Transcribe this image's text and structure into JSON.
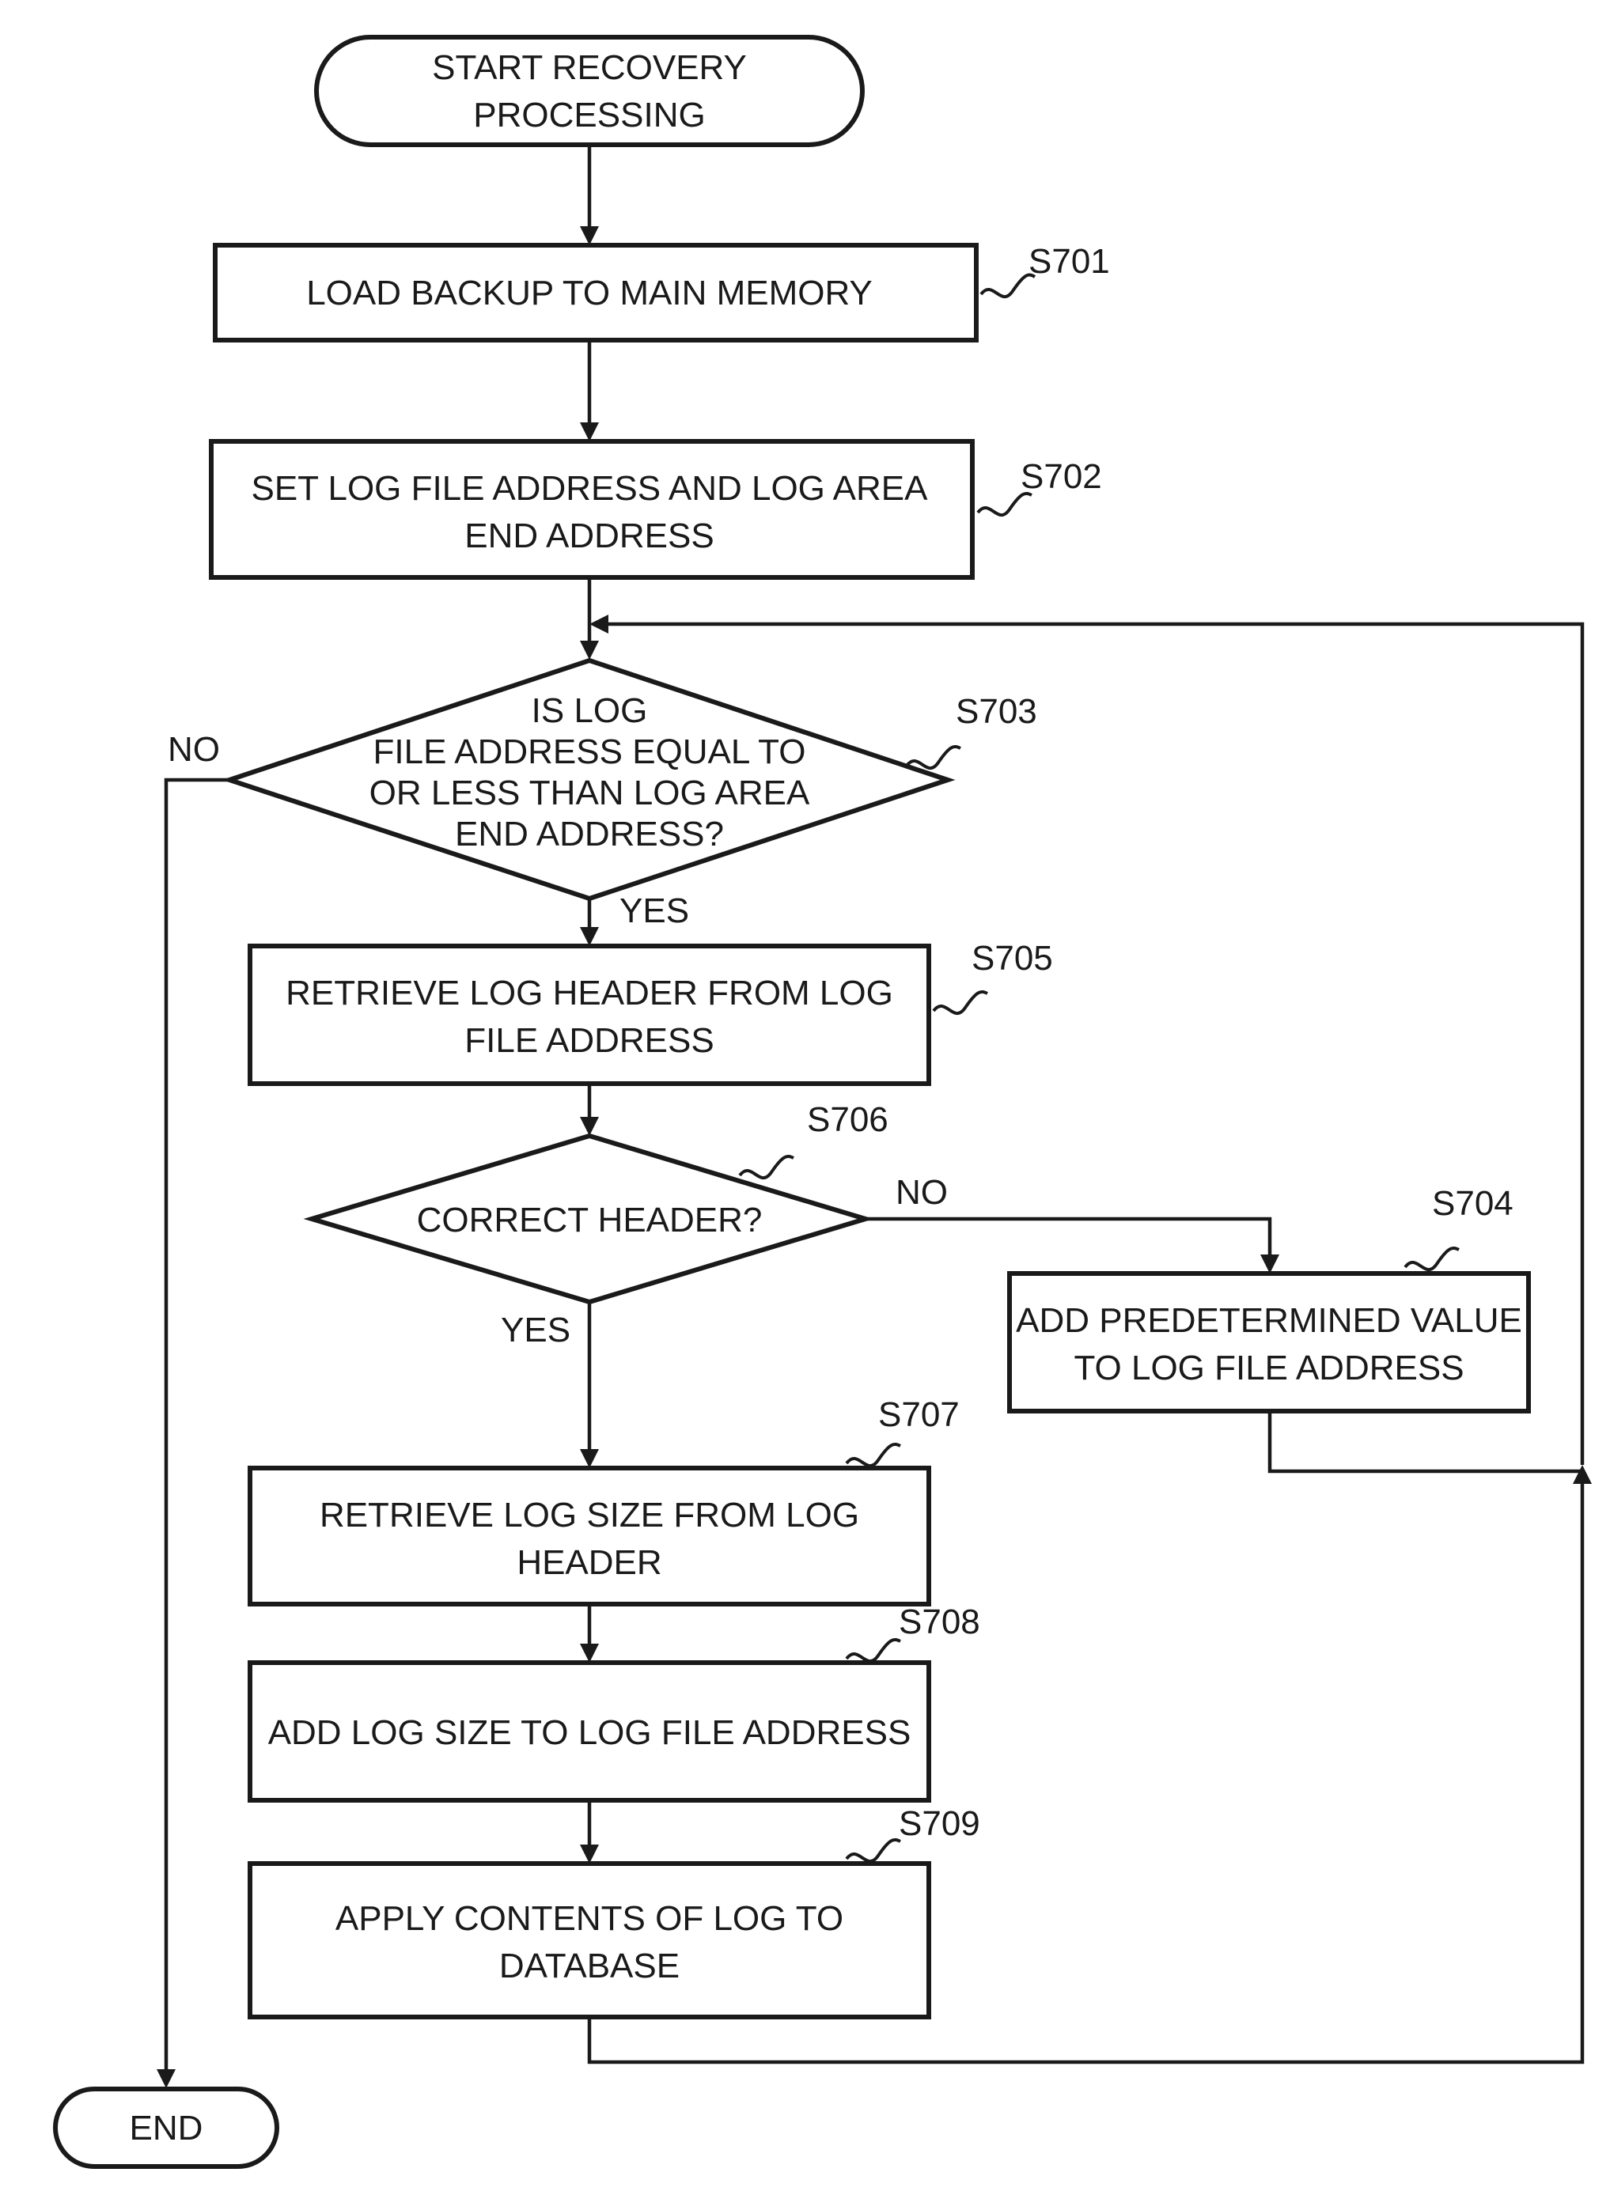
{
  "start": {
    "lines": [
      "START RECOVERY",
      "PROCESSING"
    ]
  },
  "end": {
    "label": "END"
  },
  "nodes": {
    "s701": {
      "step": "S701",
      "lines": [
        "LOAD BACKUP TO MAIN MEMORY"
      ]
    },
    "s702": {
      "step": "S702",
      "lines": [
        "SET LOG FILE ADDRESS AND LOG AREA",
        "END ADDRESS"
      ]
    },
    "s703": {
      "step": "S703",
      "lines": [
        "IS LOG",
        "FILE ADDRESS EQUAL TO",
        "OR LESS THAN LOG AREA",
        "END ADDRESS?"
      ]
    },
    "s704": {
      "step": "S704",
      "lines": [
        "ADD PREDETERMINED VALUE",
        "TO LOG FILE ADDRESS"
      ]
    },
    "s705": {
      "step": "S705",
      "lines": [
        "RETRIEVE LOG HEADER FROM LOG",
        "FILE ADDRESS"
      ]
    },
    "s706": {
      "step": "S706",
      "lines": [
        "CORRECT HEADER?"
      ]
    },
    "s707": {
      "step": "S707",
      "lines": [
        "RETRIEVE LOG SIZE FROM LOG",
        "HEADER"
      ]
    },
    "s708": {
      "step": "S708",
      "lines": [
        "ADD LOG SIZE TO LOG FILE ADDRESS"
      ]
    },
    "s709": {
      "step": "S709",
      "lines": [
        "APPLY CONTENTS OF LOG TO",
        "DATABASE"
      ]
    }
  },
  "branch_labels": {
    "s703_no": "NO",
    "s703_yes": "YES",
    "s706_no": "NO",
    "s706_yes": "YES"
  }
}
